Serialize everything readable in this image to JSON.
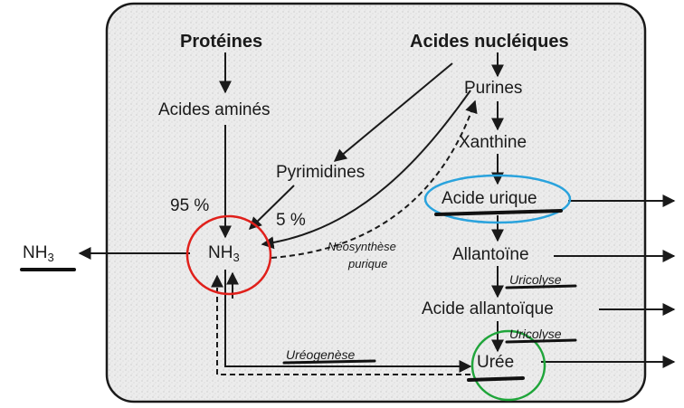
{
  "diagram": {
    "nodes": {
      "proteines": "Protéines",
      "acides_nucleiques": "Acides nucléiques",
      "acides_amines": "Acides aminés",
      "purines": "Purines",
      "xanthine": "Xanthine",
      "pyrimidines": "Pyrimidines",
      "acide_urique": "Acide urique",
      "allantoine": "Allantoïne",
      "acide_allantoique": "Acide allantoïque",
      "uree": "Urée",
      "nh3_center": "NH",
      "nh3_center_sub": "3",
      "nh3_left": "NH",
      "nh3_left_sub": "3"
    },
    "edge_labels": {
      "pct_95": "95 %",
      "pct_5": "5 %",
      "neosynthese_line1": "Néosynthèse",
      "neosynthese_line2": "purique",
      "uricolyse_1": "Uricolyse",
      "uricolyse_2": "Uricolyse",
      "ureogenese": "Uréogenèse"
    },
    "colors": {
      "ink": "#1a1a1a",
      "box_fill": "#e9e9e9",
      "highlight_red": "#e0201b",
      "highlight_blue": "#2aa3dd",
      "highlight_green": "#1fa53a"
    }
  }
}
